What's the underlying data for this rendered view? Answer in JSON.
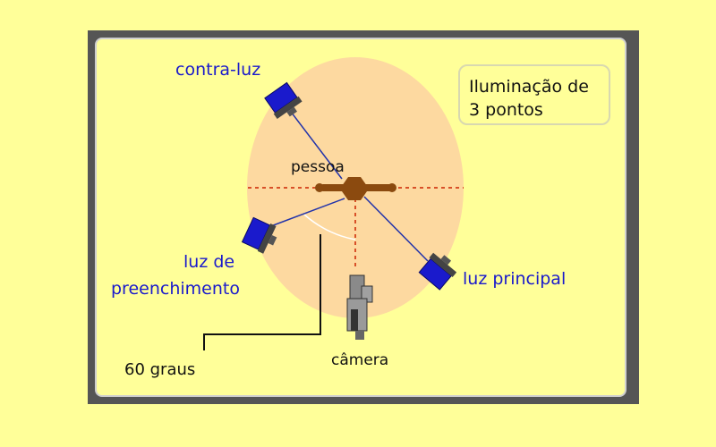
{
  "diagram": {
    "title_line1": "Iluminação de",
    "title_line2": "3 pontos",
    "labels": {
      "back_light": "contra-luz",
      "subject": "pessoa",
      "fill_light_line1": "luz de",
      "fill_light_line2": "preenchimento",
      "key_light": "luz principal",
      "camera": "câmera",
      "angle": "60 graus"
    },
    "colors": {
      "background": "#ffff99",
      "stage": "#fdd9a0",
      "light_head": "#1a1acc",
      "beam": "#2233aa",
      "axis_dash": "#cc2200",
      "subject": "#8b4a0f",
      "label_blue": "#1a1acc"
    },
    "icons": [
      "spotlight-icon",
      "camera-icon",
      "person-icon"
    ]
  }
}
